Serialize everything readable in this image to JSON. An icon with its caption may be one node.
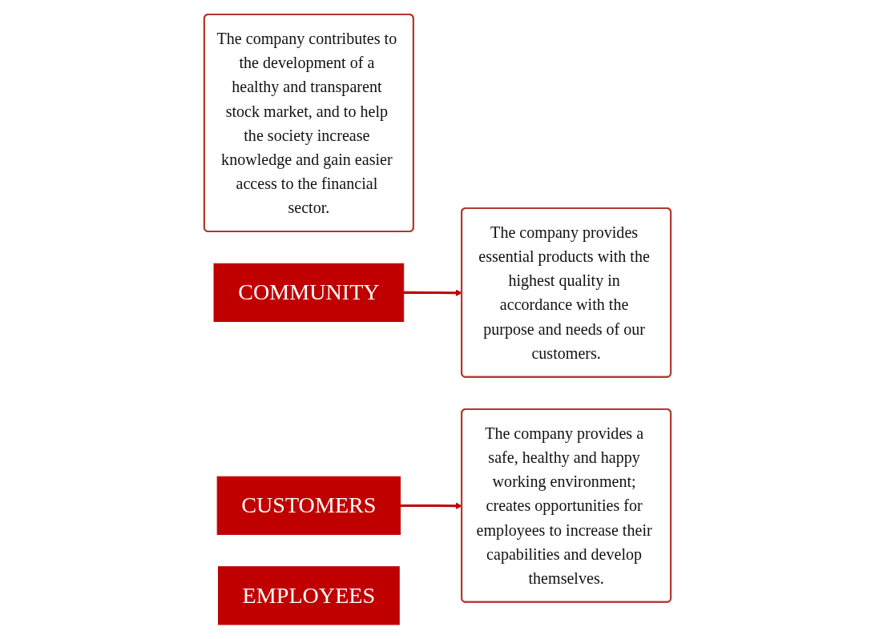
{
  "diagram": {
    "nodes": [
      {
        "text": [
          "The company contributes to the development of a healthy and transparent stock market, and to help the society increase knowledge and gain easier access to the financial sector."
        ]
      },
      {
        "text": [
          "COMMUNITY"
        ]
      },
      {
        "text": [
          "The company provides essential products with the highest quality in accordance with the purpose and needs of our customers."
        ]
      },
      {
        "text": [
          "CUSTOMERS"
        ]
      },
      {
        "text": [
          "The company provides a safe, healthy and happy working environment; creates opportunities for employees to increase their capabilities and develop themselves."
        ]
      },
      {
        "text": [
          "EMPLOYEES"
        ]
      }
    ],
    "edges": [
      {
        "from": 1,
        "to": 2,
        "arrow": "to"
      },
      {
        "from": 3,
        "to": 4,
        "arrow": "to"
      }
    ]
  }
}
